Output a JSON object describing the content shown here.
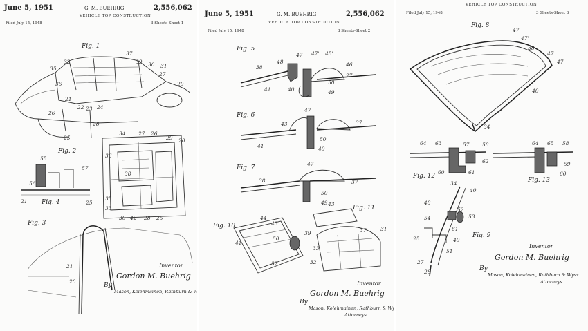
{
  "sheets": [
    {
      "date": "June 5, 1951",
      "inventor_header": "G. M. BUEHRIG",
      "patent_number": "2,556,062",
      "title": "VEHICLE TOP CONSTRUCTION",
      "filed": "Filed July 15, 1948",
      "sheet_info": "3 Sheets-Sheet 1",
      "figures": [
        "Fig. 1",
        "Fig. 2",
        "Fig. 3",
        "Fig. 4"
      ],
      "inventor_label": "Inventor",
      "inventor_name": "Gordon M. Buehrig",
      "by": "By",
      "attorneys": "Mason, Kolehmainen, Rathburn & Wyss"
    },
    {
      "date": "June 5, 1951",
      "inventor_header": "G. M. BUEHRIG",
      "patent_number": "2,556,062",
      "title": "VEHICLE TOP CONSTRUCTION",
      "filed": "Filed July 15, 1948",
      "sheet_info": "3 Sheets-Sheet 2",
      "figures": [
        "Fig. 5",
        "Fig. 6",
        "Fig. 7",
        "Fig. 10",
        "Fig. 11"
      ],
      "inventor_label": "Inventor",
      "inventor_name": "Gordon M. Buehrig",
      "by": "By",
      "attorneys": "Mason, Kolehmainen, Rathburn & Wyss",
      "attorneys_suffix": "Attorneys"
    },
    {
      "filed": "Filed July 15, 1948",
      "title": "VEHICLE TOP CONSTRUCTION",
      "sheet_info": "3 Sheets-Sheet 3",
      "figures": [
        "Fig. 8",
        "Fig. 12",
        "Fig. 13",
        "Fig. 9"
      ],
      "inventor_label": "Inventor",
      "inventor_name": "Gordon M. Buehrig",
      "by": "By",
      "attorneys": "Mason, Kolehmainen, Rathburn & Wyss",
      "attorneys_suffix": "Attorneys"
    }
  ],
  "reference_numerals": {
    "fig1": [
      "35",
      "32",
      "37",
      "39",
      "30",
      "31",
      "27",
      "20",
      "21",
      "22",
      "23",
      "24",
      "25",
      "26",
      "28",
      "36"
    ],
    "fig2": [
      "34",
      "27",
      "26",
      "29",
      "20",
      "36",
      "35",
      "33",
      "38",
      "25",
      "28",
      "42",
      "30"
    ],
    "fig4": [
      "55",
      "57",
      "56",
      "21",
      "25"
    ],
    "fig3": [
      "21",
      "20"
    ],
    "fig5": [
      "47",
      "47'",
      "45'",
      "48",
      "46",
      "38",
      "27",
      "41",
      "40",
      "50",
      "49"
    ],
    "fig6": [
      "47",
      "43",
      "37",
      "50",
      "41",
      "49"
    ],
    "fig7": [
      "47",
      "38",
      "37",
      "50",
      "49"
    ],
    "fig10": [
      "44",
      "43",
      "41",
      "50",
      "39",
      "32"
    ],
    "fig11": [
      "43",
      "37",
      "31",
      "33",
      "32"
    ],
    "fig8": [
      "47",
      "47'",
      "38",
      "47",
      "47'",
      "40",
      "34"
    ],
    "fig12": [
      "64",
      "63",
      "58",
      "60",
      "61",
      "62",
      "57"
    ],
    "fig13": [
      "64",
      "65",
      "58",
      "60",
      "59"
    ],
    "fig9": [
      "34",
      "40",
      "48",
      "52",
      "53",
      "54",
      "61",
      "49",
      "51",
      "25",
      "27",
      "28"
    ]
  }
}
